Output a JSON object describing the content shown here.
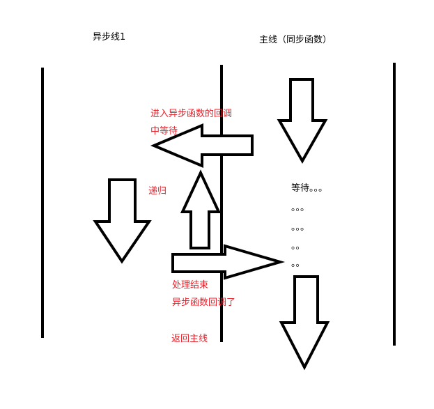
{
  "headers": {
    "async_line": "异步线1",
    "main_line": "主线（同步函数）"
  },
  "notes": {
    "enter_callback_line1": "进入异步函数的回调",
    "enter_callback_line2": "中等待",
    "recursion": "递归",
    "done_line1": "处理结束",
    "done_line2": "异步函数回调了",
    "return_main": "返回主线"
  },
  "waiting": {
    "label": "等待。。。",
    "dots_row1": "。。。",
    "dots_row2": "。。。",
    "dots_row3": "。。",
    "dots_row4": "。。"
  },
  "colors": {
    "stroke": "#000000",
    "annotation": "#e8202a",
    "background": "#ffffff"
  }
}
